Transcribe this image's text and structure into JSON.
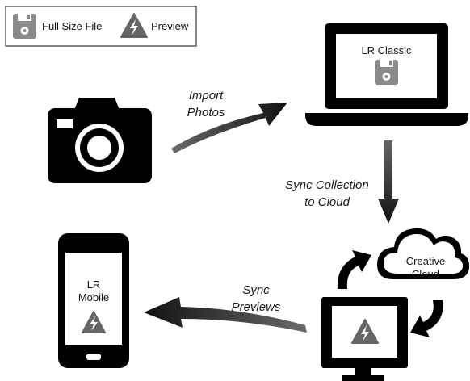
{
  "legend": {
    "full_size_label": "Full Size File",
    "preview_label": "Preview"
  },
  "flow_labels": {
    "import_line1": "Import",
    "import_line2": "Photos",
    "sync_collection_line1": "Sync Collection",
    "sync_collection_line2": "to Cloud",
    "sync_previews_line1": "Sync",
    "sync_previews_line2": "Previews"
  },
  "devices": {
    "laptop_label": "LR Classic",
    "cloud_line1": "Creative",
    "cloud_line2": "Cloud",
    "phone_line1": "LR",
    "phone_line2": "Mobile"
  },
  "icons": {
    "legend_full": "floppy-disk-icon",
    "legend_preview": "lightning-triangle-icon",
    "camera": "camera-icon",
    "laptop": "laptop-icon",
    "laptop_screen": "floppy-disk-icon",
    "cloud": "cloud-icon",
    "monitor": "monitor-icon",
    "monitor_screen": "lightning-triangle-icon",
    "phone": "smartphone-icon",
    "phone_screen": "lightning-triangle-icon",
    "sync_loop": "circular-sync-arrows-icon"
  },
  "colors": {
    "device": "#000000",
    "arrow": "#2b2b2b",
    "screen": "#ffffff",
    "icon_gray": "#888888"
  }
}
